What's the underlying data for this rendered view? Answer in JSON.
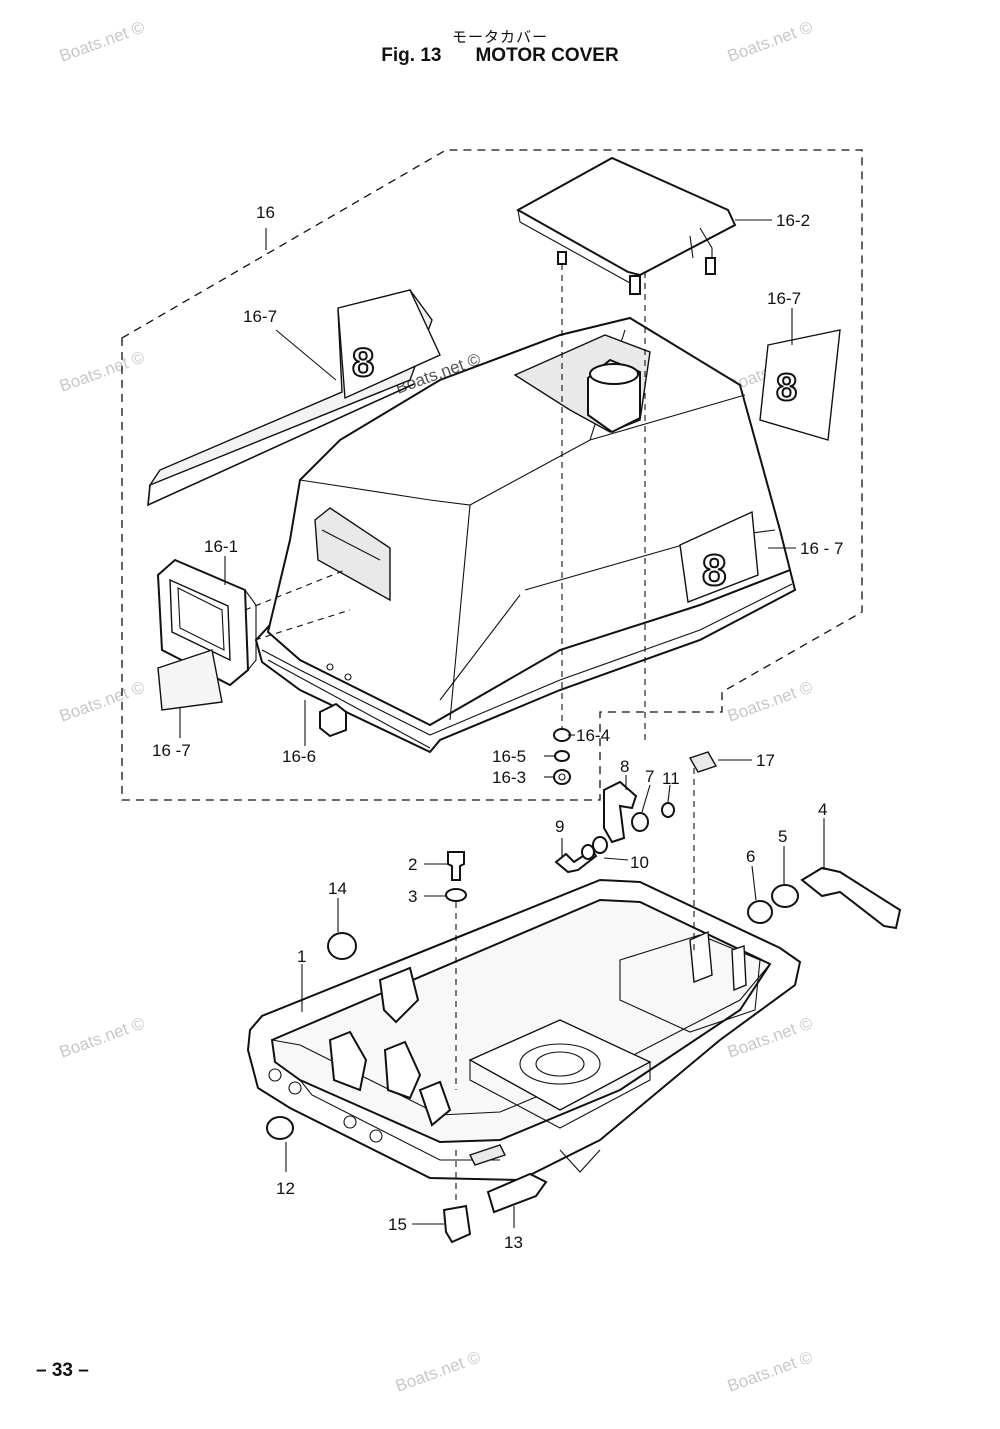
{
  "header": {
    "title_ja": "モータカバー",
    "fig_label": "Fig. 13",
    "title_en": "MOTOR COVER"
  },
  "page_number": "– 33 –",
  "watermark": "Boats.net ©",
  "callouts": [
    {
      "id": "c16",
      "text": "16"
    },
    {
      "id": "c16_2",
      "text": "16-2"
    },
    {
      "id": "c16_7a",
      "text": "16-7"
    },
    {
      "id": "c16_7b",
      "text": "16-7"
    },
    {
      "id": "c16_1",
      "text": "16-1"
    },
    {
      "id": "c16_7c",
      "text": "16 - 7"
    },
    {
      "id": "c16_7d",
      "text": "16 -7"
    },
    {
      "id": "c16_6",
      "text": "16-6"
    },
    {
      "id": "c16_4",
      "text": "16-4"
    },
    {
      "id": "c16_5",
      "text": "16-5"
    },
    {
      "id": "c16_3",
      "text": "16-3"
    },
    {
      "id": "c17",
      "text": "17"
    },
    {
      "id": "c8",
      "text": "8"
    },
    {
      "id": "c7",
      "text": "7"
    },
    {
      "id": "c11",
      "text": "11"
    },
    {
      "id": "c4",
      "text": "4"
    },
    {
      "id": "c9",
      "text": "9"
    },
    {
      "id": "c10",
      "text": "10"
    },
    {
      "id": "c2",
      "text": "2"
    },
    {
      "id": "c3",
      "text": "3"
    },
    {
      "id": "c5",
      "text": "5"
    },
    {
      "id": "c6",
      "text": "6"
    },
    {
      "id": "c14",
      "text": "14"
    },
    {
      "id": "c1",
      "text": "1"
    },
    {
      "id": "c12",
      "text": "12"
    },
    {
      "id": "c15",
      "text": "15"
    },
    {
      "id": "c13",
      "text": "13"
    }
  ],
  "decal_digit": "8"
}
